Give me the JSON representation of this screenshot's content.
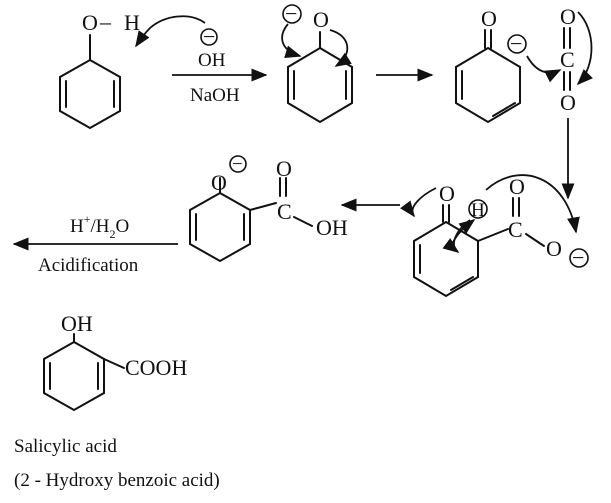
{
  "labels": {
    "atom_o": "O",
    "atom_h": "H",
    "atom_c": "C",
    "minus_sign": "−",
    "single_bond": "–",
    "reagent_oh": "OH",
    "reagent_naoh": "NaOH",
    "o_minus_sup": "⊖",
    "h_plus": "H",
    "h_plus_sup": "+",
    "slash_h": "/H",
    "sub_2": "2",
    "o_water": "O",
    "acidification": "Acidification",
    "oh_group": "OH",
    "cooh_group": "COOH",
    "product_name": "Salicylic acid",
    "product_iupac": "(2 - Hydroxy benzoic acid)"
  }
}
